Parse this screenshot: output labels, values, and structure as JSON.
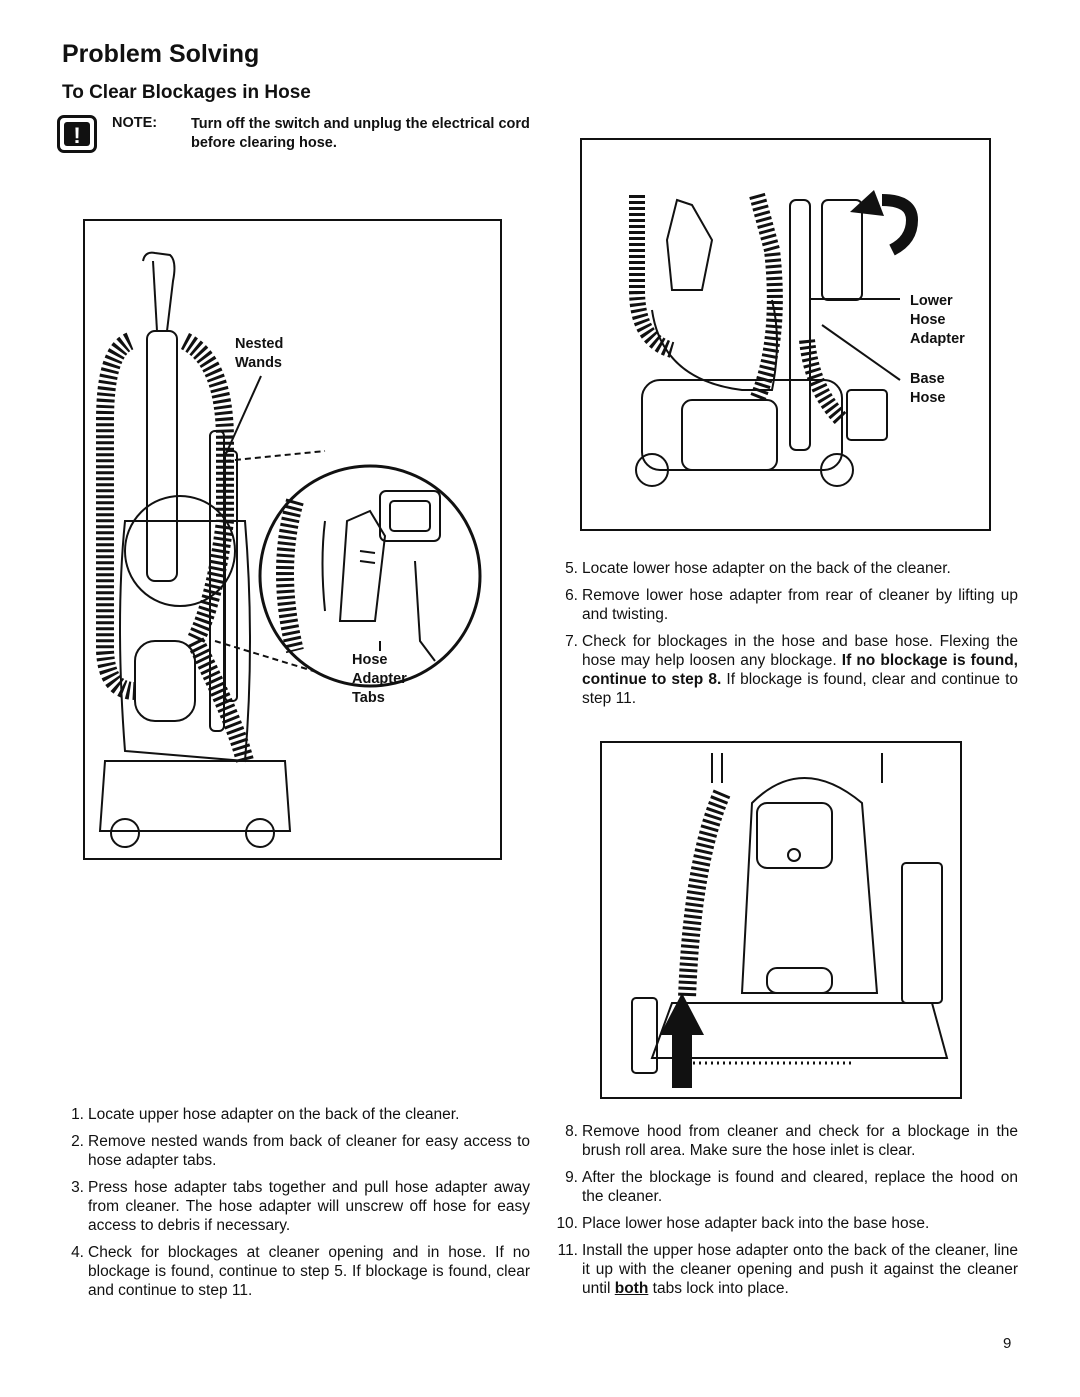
{
  "header": {
    "title": "Problem Solving",
    "section_title": "To Clear Blockages in Hose"
  },
  "note": {
    "icon": "exclamation-icon",
    "prefix": "NOTE:",
    "text": "Turn off the switch and unplug the electrical cord before clearing hose."
  },
  "figures": {
    "left": {
      "labels": {
        "nested_wands": [
          "Nested",
          "Wands"
        ],
        "hose_adapter_tabs": [
          "Hose",
          "Adapter",
          "Tabs"
        ]
      }
    },
    "top_right": {
      "labels": {
        "lower_hose_adapter": [
          "Lower",
          "Hose",
          "Adapter"
        ],
        "base_hose": [
          "Base",
          "Hose"
        ]
      }
    },
    "bottom_right": {}
  },
  "steps_left": [
    {
      "num": "1.",
      "text": "Locate upper hose adapter on the back of the cleaner."
    },
    {
      "num": "2.",
      "text": "Remove nested wands from back of cleaner for easy access to hose adapter tabs."
    },
    {
      "num": "3.",
      "text": "Press hose adapter tabs together and pull hose adapter away from cleaner. The hose adapter will unscrew off hose for easy access to debris if necessary."
    },
    {
      "num": "4.",
      "text": "Check for blockages at cleaner opening and in hose. If no blockage is found, continue to step 5. If blockage is found, clear and continue to step 11."
    }
  ],
  "steps_right_top": [
    {
      "num": "5.",
      "text": "Locate lower hose adapter on the back of the cleaner."
    },
    {
      "num": "6.",
      "text": "Remove lower hose adapter from rear of cleaner by lifting up and twisting."
    },
    {
      "num": "7.",
      "text_a": "Check for blockages in the hose and base hose. Flexing the hose may help loosen any blockage.",
      "bold": "If no blockage is found, continue to step 8.",
      "text_b": "If blockage is found, clear and continue to step 11."
    }
  ],
  "steps_right_bottom": [
    {
      "num": "8.",
      "text": "Remove hood from cleaner and check for a blockage in the brush roll area. Make sure the hose inlet is clear."
    },
    {
      "num": "9.",
      "text": "After the blockage is found and cleared, replace the hood on the cleaner."
    },
    {
      "num": "10.",
      "text": "Place lower hose adapter back into the base hose."
    },
    {
      "num": "11.",
      "text_a": "Install the upper hose adapter onto the back of the cleaner, line it up with the cleaner opening and push it against the cleaner until",
      "underline": "both",
      "text_b": "tabs lock into place."
    }
  ],
  "footer": {
    "page_number": "9"
  }
}
